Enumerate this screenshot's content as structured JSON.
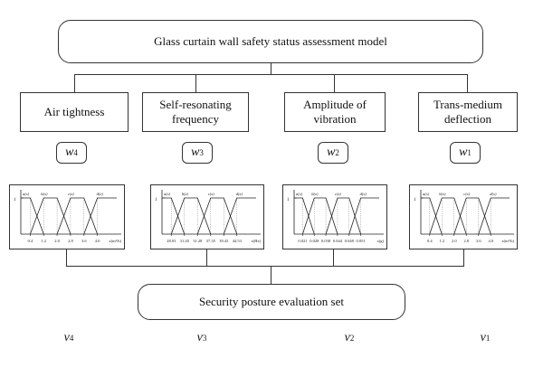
{
  "model": {
    "title": "Glass curtain wall safety status assessment model"
  },
  "factors": [
    {
      "label_lines": [
        "Air tightness"
      ],
      "weight": {
        "symbol": "w",
        "sub": "4"
      }
    },
    {
      "label_lines": [
        "Self-resonating",
        "frequency"
      ],
      "weight": {
        "symbol": "w",
        "sub": "3"
      }
    },
    {
      "label_lines": [
        "Amplitude of",
        "vibration"
      ],
      "weight": {
        "symbol": "w",
        "sub": "2"
      }
    },
    {
      "label_lines": [
        "Trans-medium",
        "deflection"
      ],
      "weight": {
        "symbol": "w",
        "sub": "1"
      }
    }
  ],
  "membership_plots": [
    {
      "y_max_label": "1",
      "curve_labels": [
        "a(x)",
        "b(x)",
        "c(x)",
        "d(x)"
      ],
      "ticks": [
        "0.4",
        "1.2",
        "2.0",
        "2.8",
        "3.6",
        "4.0"
      ],
      "x_unit": "x(m³/h)"
    },
    {
      "y_max_label": "1",
      "curve_labels": [
        "a(x)",
        "b(x)",
        "c(x)",
        "d(x)"
      ],
      "ticks": [
        "28.03",
        "31.20",
        "31.28",
        "37.35",
        "39.43",
        "44.53"
      ],
      "x_unit": "x(Hz)"
    },
    {
      "y_max_label": "1",
      "curve_labels": [
        "a(x)",
        "b(x)",
        "c(x)",
        "d(x)"
      ],
      "ticks": [
        "0.021",
        "0.028",
        "0.038",
        "0.044",
        "0.048",
        "0.051"
      ],
      "x_unit": "x(g)"
    },
    {
      "y_max_label": "1",
      "curve_labels": [
        "a(x)",
        "b(x)",
        "c(x)",
        "d(x)"
      ],
      "ticks": [
        "0.4",
        "1.2",
        "2.0",
        "2.8",
        "3.6",
        "4.0"
      ],
      "x_unit": "x(m³/h)"
    }
  ],
  "evaluation_set": {
    "title": "Security posture evaluation set"
  },
  "results": [
    {
      "symbol": "v",
      "sub": "4"
    },
    {
      "symbol": "v",
      "sub": "3"
    },
    {
      "symbol": "v",
      "sub": "2"
    },
    {
      "symbol": "v",
      "sub": "1"
    }
  ]
}
